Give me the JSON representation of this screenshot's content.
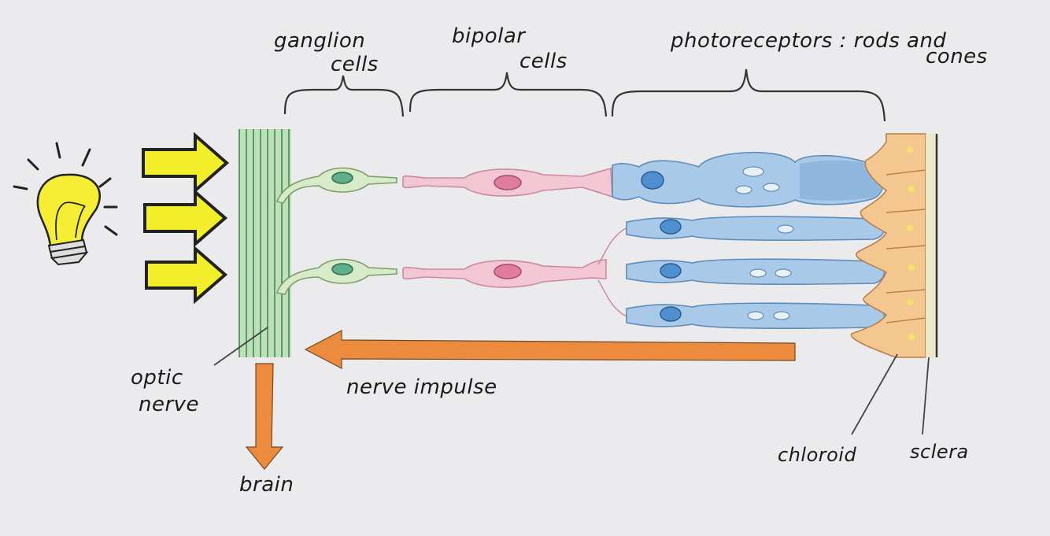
{
  "labels": {
    "ganglion_1": "ganglion",
    "ganglion_2": "cells",
    "bipolar_1": "bipolar",
    "bipolar_2": "cells",
    "photo_1": "photoreceptors : rods and",
    "photo_2": "cones",
    "optic_1": "optic",
    "optic_2": "nerve",
    "brain": "brain",
    "impulse": "nerve impulse",
    "choroid": "chloroid",
    "sclera": "sclera"
  },
  "colors": {
    "light_arrow": "#f2ef2a",
    "bulb": "#f5ee34",
    "optic_nerve": "#bfe0b8",
    "ganglion": "#d8ebc9",
    "ganglion_nucleus": "#5fb08a",
    "bipolar": "#f2c6d3",
    "bipolar_nucleus": "#e07c9e",
    "photoreceptor": "#a9c9e8",
    "photoreceptor_nucleus": "#4f8fd0",
    "choroid": "#f5c790",
    "sclera": "#eae8c8",
    "impulse_arrow": "#ec8b3e"
  },
  "icons": {
    "bulb": "light-bulb-icon"
  }
}
